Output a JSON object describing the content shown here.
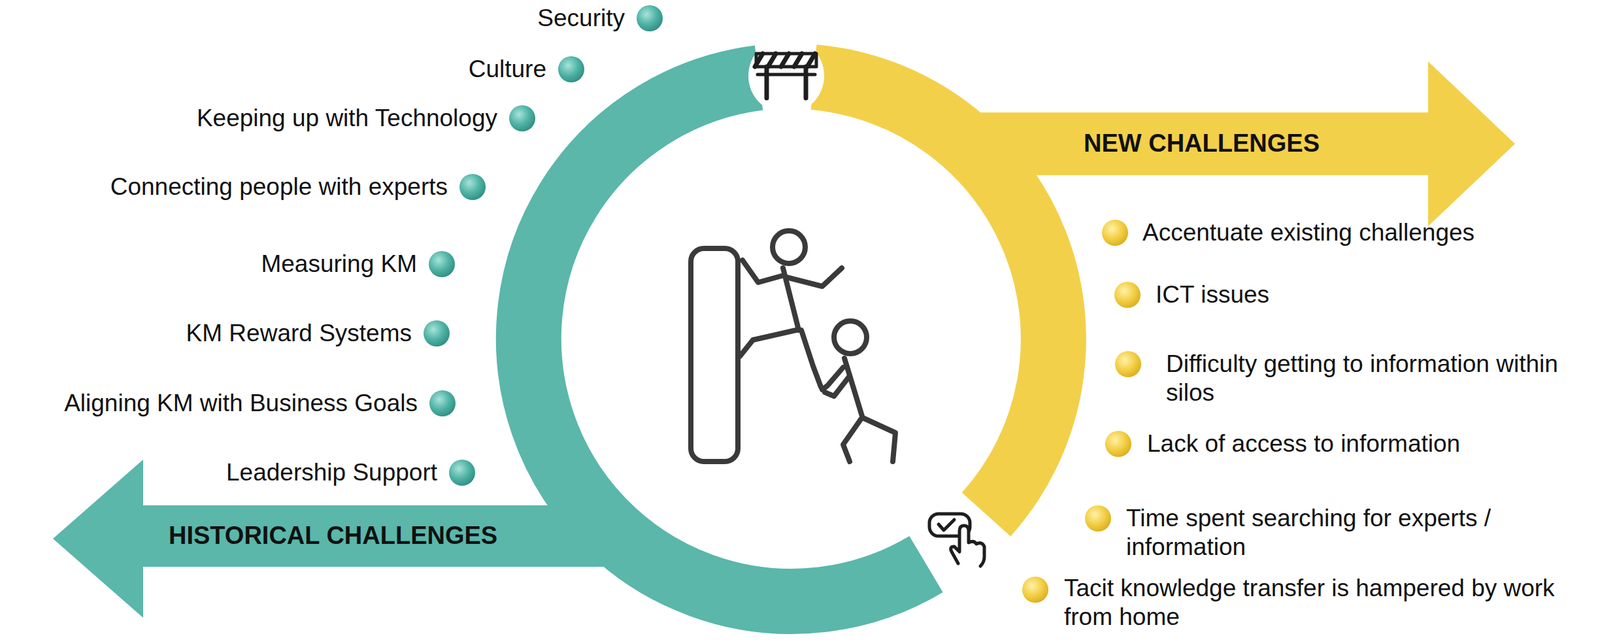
{
  "diagram": {
    "nodes": [
      {
        "text": [
          "NEW CHALLENGES"
        ]
      },
      {
        "text": [
          "HISTORICAL CHALLENGES"
        ]
      }
    ],
    "labels": [
      "Security",
      "Culture",
      "Keeping up with Technology",
      "Connecting people with experts",
      "Measuring KM",
      "KM Reward Systems",
      "Aligning KM with Business Goals",
      "Leadership Support",
      "Accentuate existing challenges",
      "ICT issues",
      "Difficulty getting to information within silos",
      "Lack of access to information",
      "Time spent searching for experts / information",
      "Tacit knowledge transfer is hampered by work from home"
    ]
  }
}
